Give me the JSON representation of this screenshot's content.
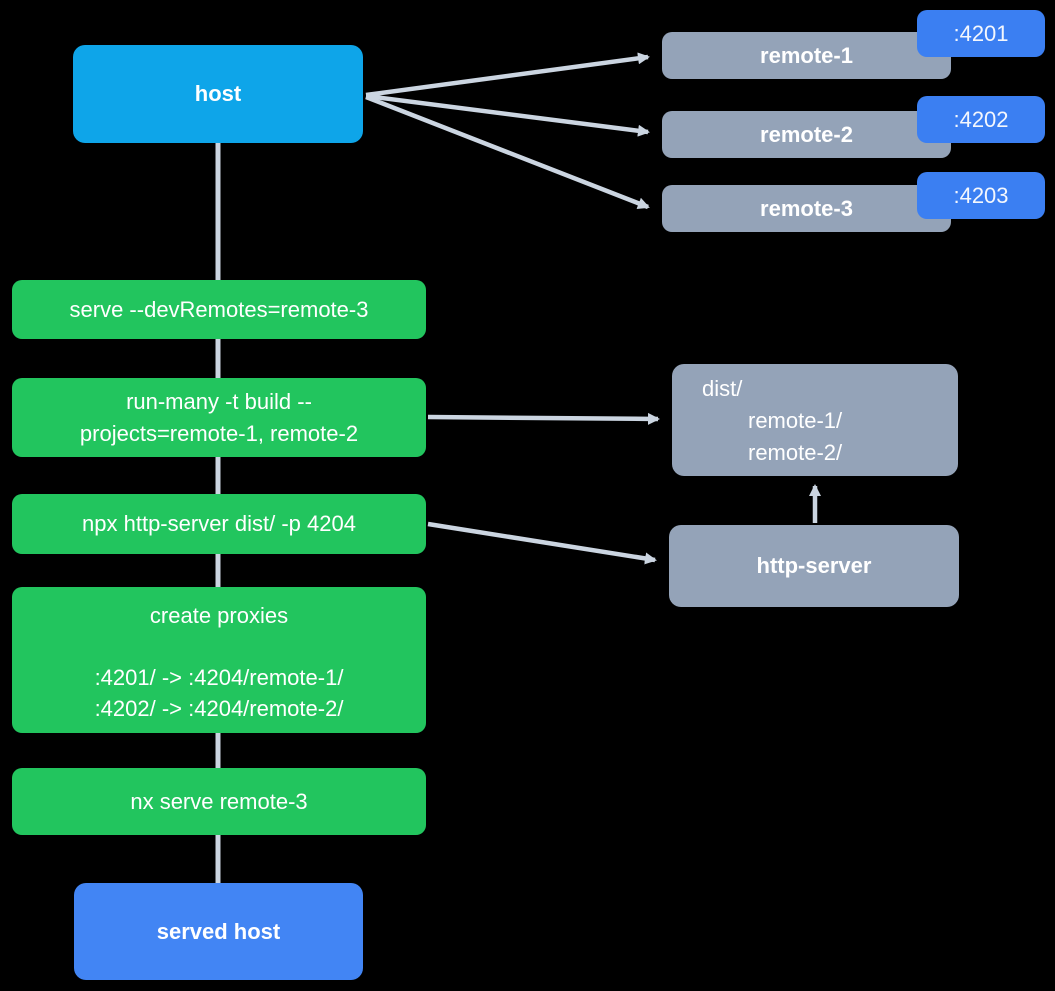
{
  "colors": {
    "background": "#000000",
    "host_node": "#0ea5e9",
    "step_node": "#22c55e",
    "remote_node": "#94a3b8",
    "port_badge": "#3b7ff2",
    "served_host_node": "#4285f4",
    "edge": "#cbd5e1",
    "text": "#ffffff"
  },
  "host": {
    "label": "host"
  },
  "remotes": [
    {
      "label": "remote-1",
      "port": ":4201"
    },
    {
      "label": "remote-2",
      "port": ":4202"
    },
    {
      "label": "remote-3",
      "port": ":4203"
    }
  ],
  "steps": {
    "serve": {
      "line1": "serve --devRemotes=remote-3"
    },
    "run_many": {
      "line1": "run-many -t build --",
      "line2": "projects=remote-1, remote-2"
    },
    "http_server_cmd": {
      "line1": "npx http-server dist/ -p 4204"
    },
    "create_proxies": {
      "title": "create proxies",
      "map1": ":4201/ -> :4204/remote-1/",
      "map2": ":4202/ -> :4204/remote-2/"
    },
    "nx_serve": {
      "line1": "nx serve remote-3"
    }
  },
  "dist": {
    "root": "dist/",
    "children": [
      "remote-1/",
      "remote-2/"
    ]
  },
  "http_server": {
    "label": "http-server"
  },
  "served_host": {
    "label": "served host"
  }
}
